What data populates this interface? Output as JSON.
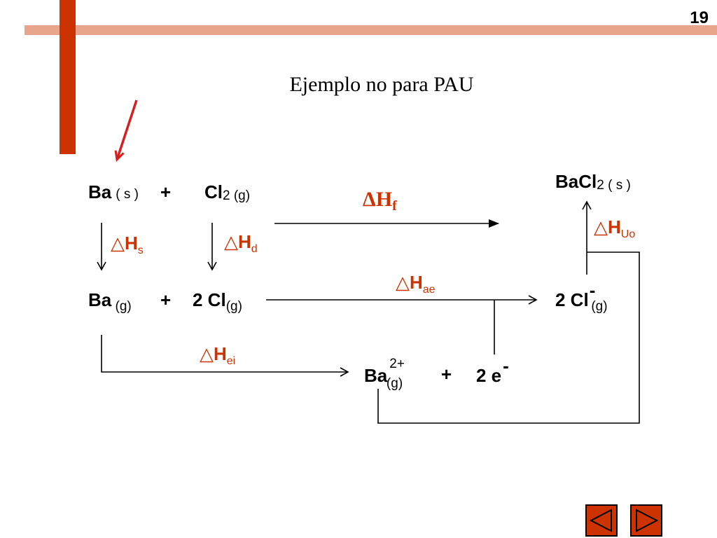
{
  "slide": {
    "number": "19",
    "title": "Ejemplo no para PAU"
  },
  "colors": {
    "accent": "#cc3300",
    "bar_light": "#e8a58b"
  },
  "species": {
    "ba_s": "Ba",
    "ba_s_state": "( s )",
    "cl2_g": "Cl",
    "cl2_g_sub": "2",
    "cl2_g_state": " (g)",
    "bacl2_s": "BaCl",
    "bacl2_s_sub": "2",
    "bacl2_s_state": " ( s )",
    "ba_g": "Ba",
    "ba_g_state": " (g)",
    "cl_g": "2 Cl",
    "cl_g_state": "(g)",
    "cl_ion": "2 Cl",
    "cl_ion_charge": "-",
    "cl_ion_state": "(g)",
    "ba_ion": "Ba",
    "ba_ion_charge": "2+",
    "ba_ion_state": "(g)",
    "electron": "2 e",
    "electron_charge": "-",
    "plus": "+"
  },
  "labels": {
    "delta_open": "△",
    "delta_bold": "Δ",
    "h": "H",
    "hf_sub": "f",
    "hs_sub": "s",
    "hd_sub": "d",
    "hae_sub": "ae",
    "hei_sub": "ei",
    "huo_sub": "Uo"
  },
  "icons": {
    "pointer": "red-arrow-icon",
    "prev": "triangle-left-icon",
    "next": "triangle-right-icon"
  }
}
